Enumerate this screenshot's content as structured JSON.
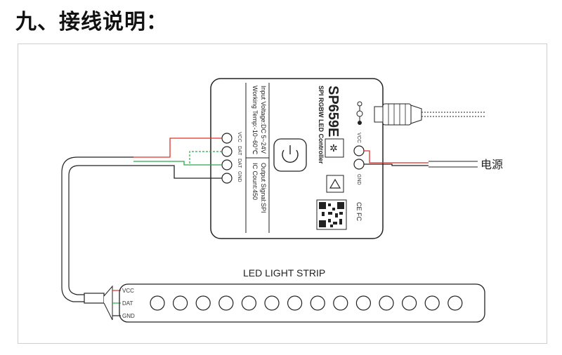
{
  "page": {
    "title": "九、接线说明："
  },
  "controller": {
    "model": "SP659E",
    "subtitle": "SPI RGBW LED Controller",
    "spec_line1": "Input Voltage:DC 5~24V",
    "spec_line2": "Working Temp:-10~60℃",
    "spec_line3": "Output Signal:SPI",
    "spec_line4": "IC Count:450",
    "pins_left": [
      "VCC",
      "DAT",
      "DAT",
      "GND"
    ],
    "pins_right": [
      "VCC",
      "GND"
    ],
    "marks": "CE FC"
  },
  "power": {
    "label": "电源"
  },
  "strip": {
    "label": "LED LIGHT STRIP",
    "pins": [
      "VCC",
      "DAT",
      "GND"
    ],
    "led_count": 14
  },
  "colors": {
    "red_wire": "#e0302a",
    "green_wire": "#2aa84a",
    "line": "#222222"
  }
}
